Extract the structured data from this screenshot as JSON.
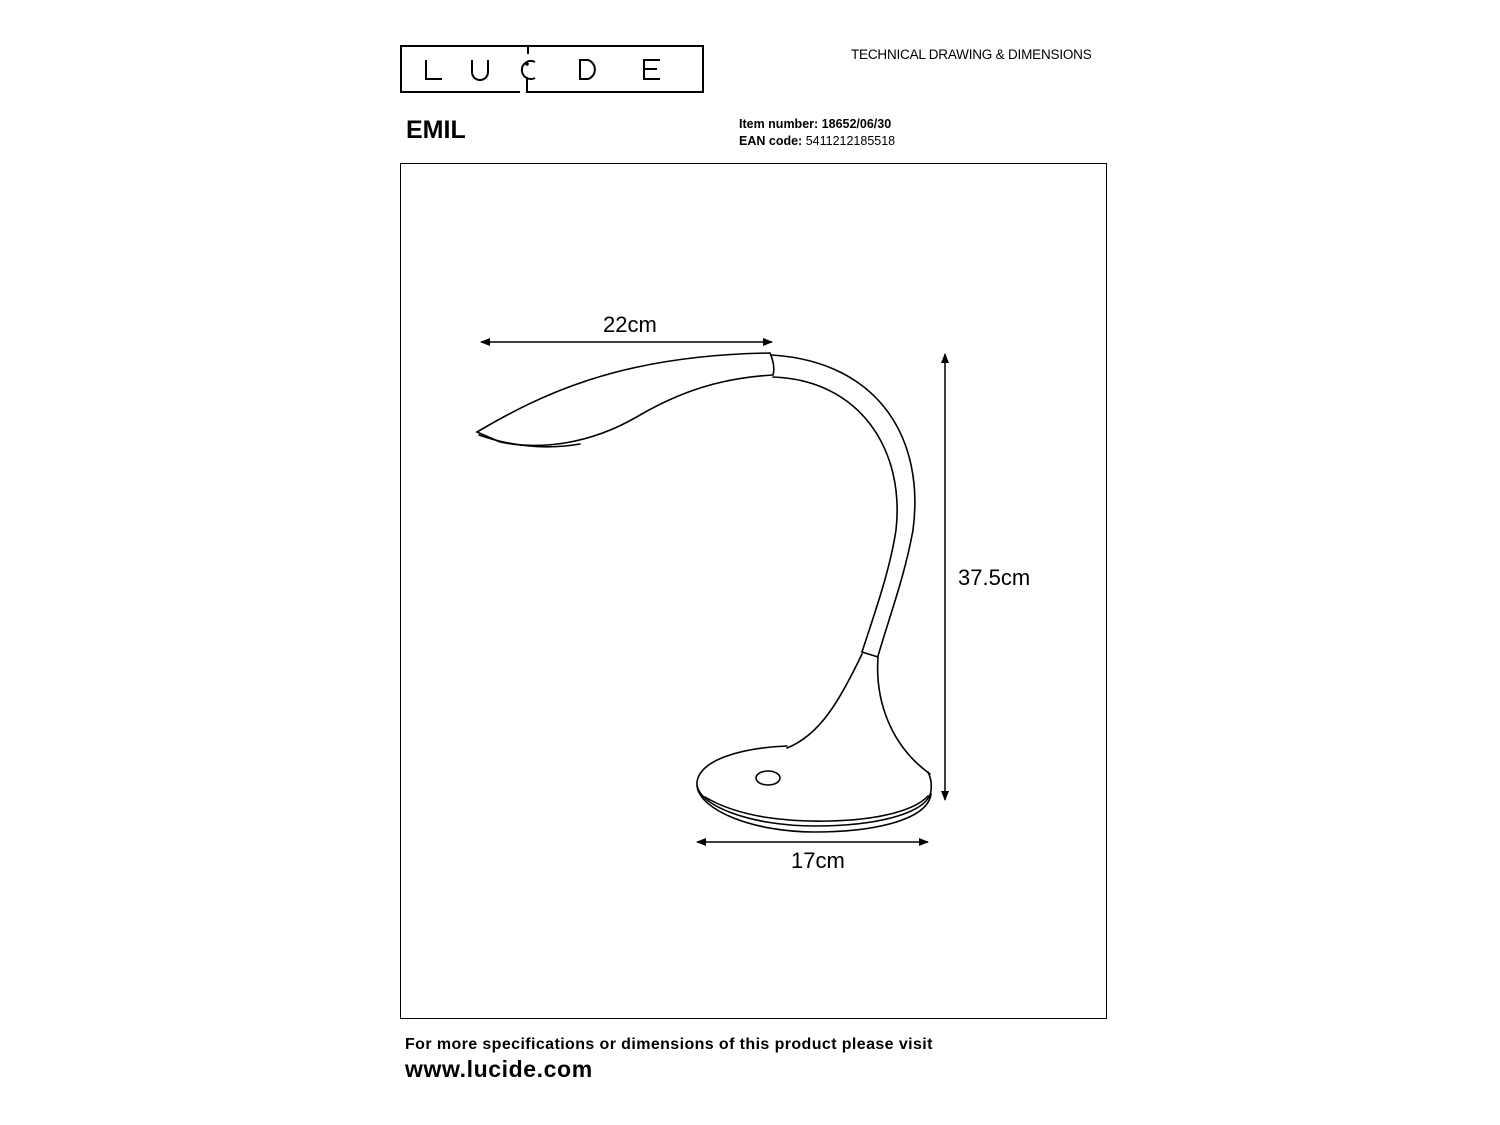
{
  "brand": {
    "logo_text": "LUCIDE"
  },
  "header": {
    "doc_type": "TECHNICAL DRAWING & DIMENSIONS",
    "product_name": "EMIL",
    "item_number_label": "Item number:",
    "item_number": "18652/06/30",
    "ean_label": "EAN code:",
    "ean": "5411212185518"
  },
  "dimensions": {
    "head_length": "22cm",
    "height": "37.5cm",
    "base_width": "17cm"
  },
  "footer": {
    "text": "For more specifications or dimensions of this product please visit",
    "url": "www.lucide.com"
  },
  "colors": {
    "ink": "#000000",
    "background": "#ffffff"
  }
}
